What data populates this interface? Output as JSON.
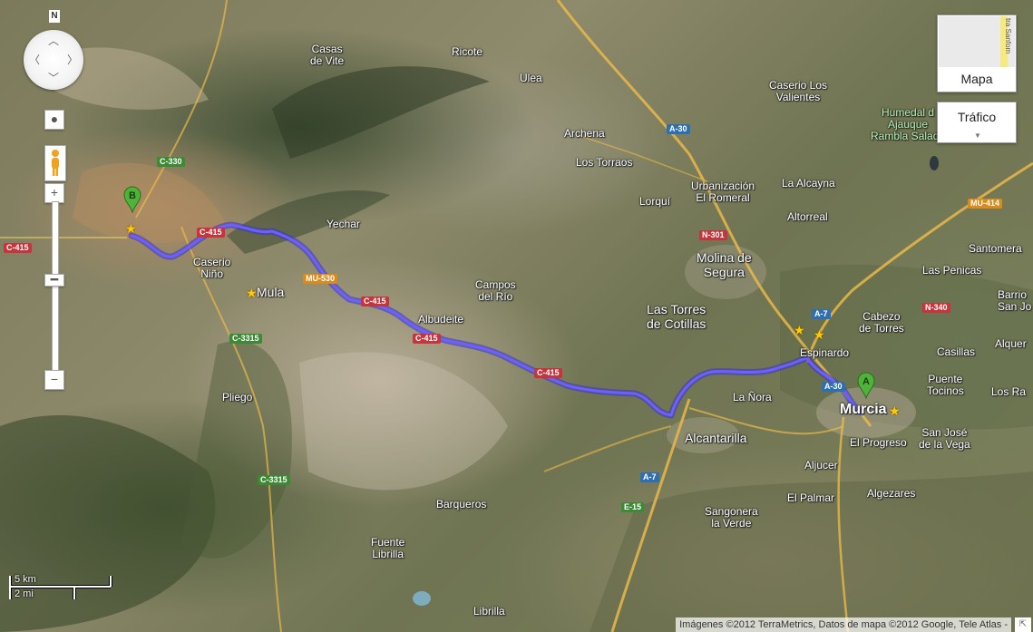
{
  "map": {
    "controls": {
      "north_label": "N",
      "map_type_label": "Mapa",
      "map_type_thumb_label": "tra Sanfom",
      "traffic_label": "Tráfico",
      "zoom_in": "+",
      "zoom_out": "−"
    },
    "scale": {
      "metric": "5 km",
      "imperial": "2 mi"
    },
    "attribution": "Imágenes ©2012 TerraMetrics, Datos de mapa ©2012 Google, Tele Atlas -",
    "markers": {
      "start": "A",
      "end": "B"
    },
    "places": {
      "casas_de_vite": "Casas\nde Vite",
      "ricote": "Ricote",
      "ulea": "Ulea",
      "caserio_los_valientes": "Caserio Los\nValientes",
      "humedal": "Humedal d\nAjauque\nRambla Salada",
      "archena": "Archena",
      "los_torraos": "Los Torraos",
      "lorqui": "Lorquí",
      "urbanizacion": "Urbanización\nEl Romeral",
      "la_alcayna": "La Alcayna",
      "altorreal": "Altorreal",
      "yechar": "Yechar",
      "caserio_nino": "Caserio\nNiño",
      "mula": "Mula",
      "campos_del_rio": "Campos\ndel Río",
      "albudeite": "Albudeite",
      "molina_de_segura": "Molina de\nSegura",
      "las_torres": "Las Torres\nde Cotillas",
      "cabezo_de_torres": "Cabezo\nde Torres",
      "santomera": "Santomera",
      "las_penicas": "Las Penicas",
      "barrio": "Barrio\nSan Jo",
      "alquerias": "Alquer",
      "espinardo": "Espinardo",
      "casillas": "Casillas",
      "puente_tocinos": "Puente\nTocinos",
      "los_ramos": "Los Ra",
      "la_nora": "La Ñora",
      "murcia": "Murcia",
      "el_progreso": "El Progreso",
      "san_jose": "San José\nde la Vega",
      "pliego": "Pliego",
      "alcantarilla": "Alcantarilla",
      "aljucer": "Aljucer",
      "el_palmar": "El Palmar",
      "algezares": "Algezares",
      "barqueros": "Barqueros",
      "sangonera": "Sangonera\nla Verde",
      "fuente_librilla": "Fuente\nLibrilla",
      "librilla": "Librilla"
    },
    "shields": {
      "c330": "C-330",
      "c415_left": "C-415",
      "c415_a": "C-415",
      "mu530": "MU-530",
      "c415_b": "C-415",
      "c415_c": "C-415",
      "c415_d": "C-415",
      "c3315_a": "C-3315",
      "c3315_b": "C-3315",
      "a30_top": "A-30",
      "n301": "N-301",
      "mu414": "MU-414",
      "a7_top": "A-7",
      "n340": "N-340",
      "a30_bottom": "A-30",
      "a7_bottom": "A-7",
      "e15": "E-15"
    },
    "colors": {
      "route": "#5a4fe0",
      "road": "#e9b94a",
      "label": "#ffffff"
    }
  }
}
